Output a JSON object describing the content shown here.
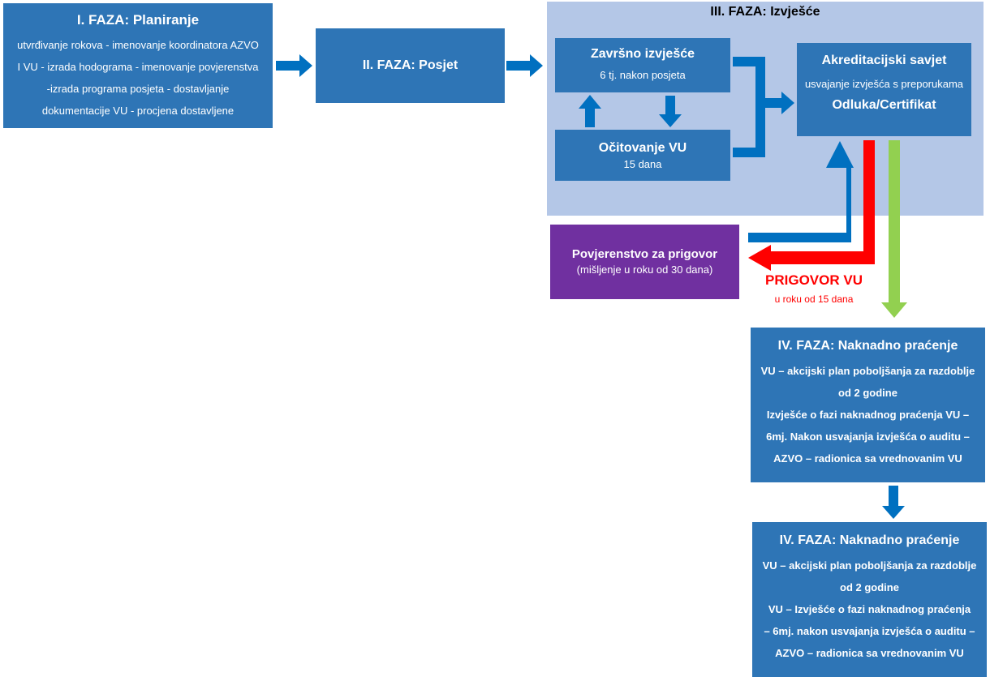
{
  "phase1": {
    "title": "I. FAZA: Planiranje",
    "lines": [
      "utvrđivanje rokova - imenovanje koordinatora AZVO",
      "I VU - izrada hodograma - imenovanje povjerenstva",
      "-izrada programa posjeta - dostavljanje",
      "dokumentacije VU - procjena dostavljene"
    ]
  },
  "phase2": {
    "title": "II. FAZA: Posjet"
  },
  "phase3": {
    "title": "III. FAZA: Izvješće",
    "final_report": {
      "title": "Završno izvješće",
      "sub": "6 tj. nakon posjeta"
    },
    "response": {
      "title": "Očitovanje VU",
      "sub": "15 dana"
    },
    "council": {
      "title": "Akreditacijski savjet",
      "sub": "usvajanje izvješća s preporukama",
      "decision": "Odluka/Certifikat"
    }
  },
  "appeal_committee": {
    "title": "Povjerenstvo za prigovor",
    "sub": "(mišljenje u roku od 30 dana)"
  },
  "appeal": {
    "title": "PRIGOVOR VU",
    "sub": "u roku od 15 dana"
  },
  "phase4a": {
    "title": "IV. FAZA: Naknadno praćenje",
    "lines": [
      "VU – akcijski plan poboljšanja za razdoblje",
      "od 2 godine",
      "Izvješće o fazi naknadnog praćenja VU –",
      "6mj. Nakon usvajanja izvješća o auditu –",
      "AZVO – radionica sa vrednovanim VU"
    ]
  },
  "phase4b": {
    "title": "IV. FAZA: Naknadno praćenje",
    "lines": [
      "VU – akcijski plan poboljšanja za razdoblje",
      "od 2 godine",
      "VU – Izvješće o fazi naknadnog praćenja",
      "– 6mj. nakon usvajanja izvješća o auditu –",
      "AZVO – radionica sa vrednovanim VU"
    ]
  },
  "colors": {
    "box_blue": "#2e75b6",
    "panel": "#b4c7e7",
    "arrow_blue": "#0070c0",
    "appeal_red": "#ff0000",
    "accept_green": "#92d050",
    "committee_purple": "#7030a0"
  }
}
